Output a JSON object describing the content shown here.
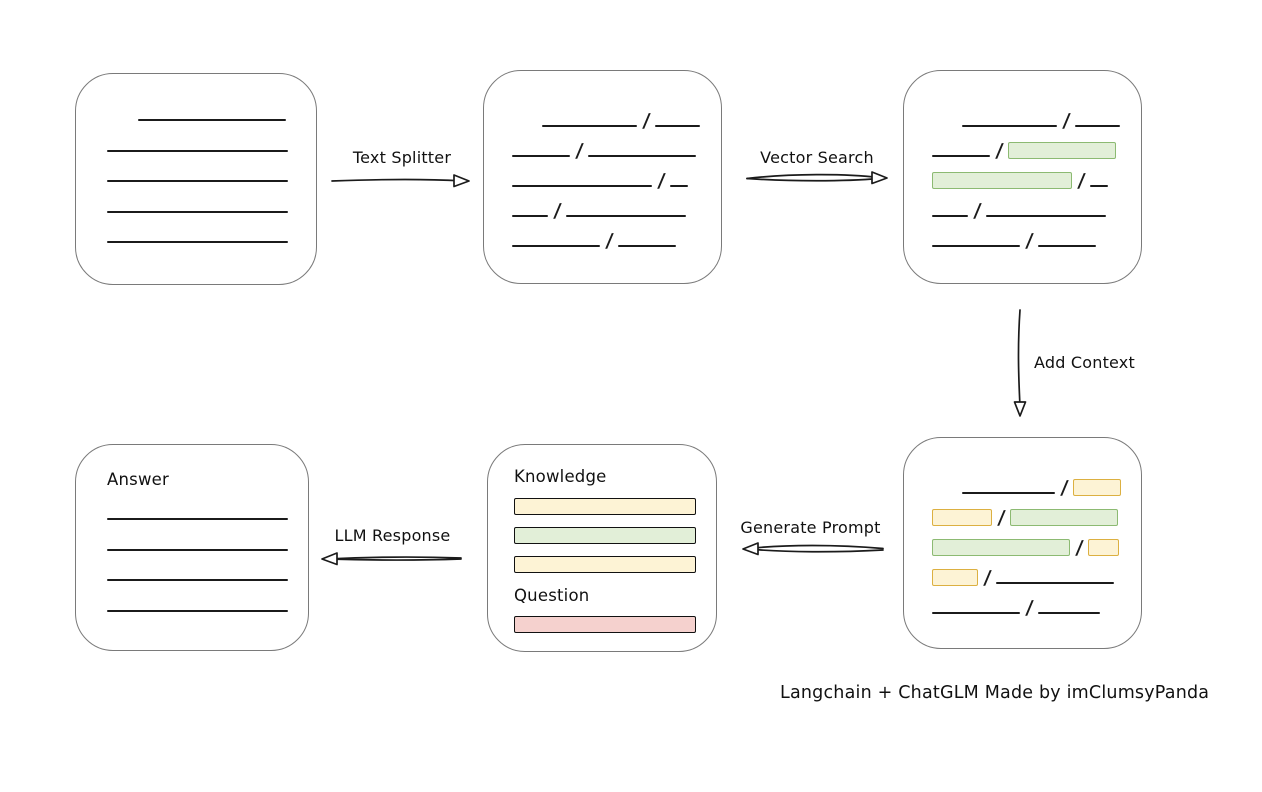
{
  "caption": "Langchain + ChatGLM Made by imClumsyPanda",
  "colors": {
    "box_border": "#7a7a7a",
    "line": "#1b1b1b",
    "green_fill": "#e2efd8",
    "green_stroke": "#8cba72",
    "yellow_fill": "#fdf3d5",
    "yellow_stroke": "#dcb041",
    "red_fill": "#f5d1ce",
    "red_stroke": "#bf4d45"
  },
  "arrows": {
    "text_splitter": {
      "label": "Text Splitter"
    },
    "vector_search": {
      "label": "Vector Search"
    },
    "add_context": {
      "label": "Add Context"
    },
    "generate_prompt": {
      "label": "Generate Prompt"
    },
    "llm_response": {
      "label": "LLM Response"
    }
  },
  "nodes": {
    "document": {
      "lines": [
        {
          "w": 148,
          "ml": 31
        },
        {
          "w": 181
        },
        {
          "w": 181
        },
        {
          "w": 181
        },
        {
          "w": 181
        }
      ]
    },
    "chunks": {
      "rows": [
        [
          {
            "t": "line",
            "w": 95,
            "ml": 30
          },
          {
            "t": "slash"
          },
          {
            "t": "line",
            "w": 45
          }
        ],
        [
          {
            "t": "line",
            "w": 58
          },
          {
            "t": "slash"
          },
          {
            "t": "line",
            "w": 108
          }
        ],
        [
          {
            "t": "line",
            "w": 140
          },
          {
            "t": "slash"
          },
          {
            "t": "line",
            "w": 18
          }
        ],
        [
          {
            "t": "line",
            "w": 36
          },
          {
            "t": "slash"
          },
          {
            "t": "line",
            "w": 120
          }
        ],
        [
          {
            "t": "line",
            "w": 88
          },
          {
            "t": "slash"
          },
          {
            "t": "line",
            "w": 58
          }
        ]
      ]
    },
    "retrieved": {
      "rows": [
        [
          {
            "t": "line",
            "w": 95,
            "ml": 30
          },
          {
            "t": "slash"
          },
          {
            "t": "line",
            "w": 45
          }
        ],
        [
          {
            "t": "line",
            "w": 58
          },
          {
            "t": "slash"
          },
          {
            "t": "chunk",
            "c": "green",
            "w": 108
          }
        ],
        [
          {
            "t": "chunk",
            "c": "green",
            "w": 140
          },
          {
            "t": "slash"
          },
          {
            "t": "line",
            "w": 18
          }
        ],
        [
          {
            "t": "line",
            "w": 36
          },
          {
            "t": "slash"
          },
          {
            "t": "line",
            "w": 120
          }
        ],
        [
          {
            "t": "line",
            "w": 88
          },
          {
            "t": "slash"
          },
          {
            "t": "line",
            "w": 58
          }
        ]
      ]
    },
    "context": {
      "rows": [
        [
          {
            "t": "line",
            "w": 93,
            "ml": 30
          },
          {
            "t": "slash"
          },
          {
            "t": "chunk",
            "c": "yellow",
            "w": 48
          }
        ],
        [
          {
            "t": "chunk",
            "c": "yellow",
            "w": 60
          },
          {
            "t": "slash"
          },
          {
            "t": "chunk",
            "c": "green",
            "w": 108
          }
        ],
        [
          {
            "t": "chunk",
            "c": "green",
            "w": 138
          },
          {
            "t": "slash"
          },
          {
            "t": "chunk",
            "c": "yellow",
            "w": 31
          }
        ],
        [
          {
            "t": "chunk",
            "c": "yellow",
            "w": 46
          },
          {
            "t": "slash"
          },
          {
            "t": "line",
            "w": 118
          }
        ],
        [
          {
            "t": "line",
            "w": 88
          },
          {
            "t": "slash"
          },
          {
            "t": "line",
            "w": 62
          }
        ]
      ]
    },
    "prompt": {
      "knowledge_label": "Knowledge",
      "question_label": "Question",
      "knowledge_bars": [
        {
          "c": "yellow",
          "w": 182
        },
        {
          "c": "green",
          "w": 182
        },
        {
          "c": "yellow",
          "w": 182
        }
      ],
      "question_bars": [
        {
          "c": "red",
          "w": 182
        }
      ]
    },
    "answer": {
      "label": "Answer",
      "lines": [
        {
          "w": 181
        },
        {
          "w": 181
        },
        {
          "w": 181
        },
        {
          "w": 181
        }
      ]
    }
  }
}
